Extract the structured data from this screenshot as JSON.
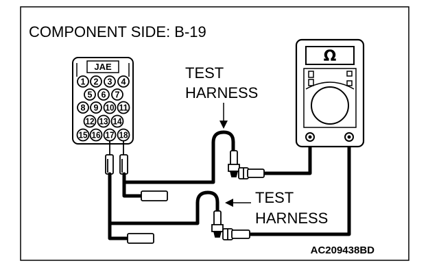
{
  "title": "COMPONENT SIDE: B-19",
  "connector": {
    "label": "JAE",
    "pins": [
      "1",
      "2",
      "3",
      "4",
      "5",
      "6",
      "7",
      "8",
      "9",
      "10",
      "11",
      "12",
      "13",
      "14",
      "15",
      "16",
      "17",
      "18"
    ]
  },
  "harness_top": {
    "line1": "TEST",
    "line2": "HARNESS"
  },
  "harness_bottom": {
    "line1": "TEST",
    "line2": "HARNESS"
  },
  "meter": {
    "symbol": "Ω"
  },
  "figure_code": "AC209438BD",
  "colors": {
    "line": "#000000",
    "background": "#ffffff"
  }
}
